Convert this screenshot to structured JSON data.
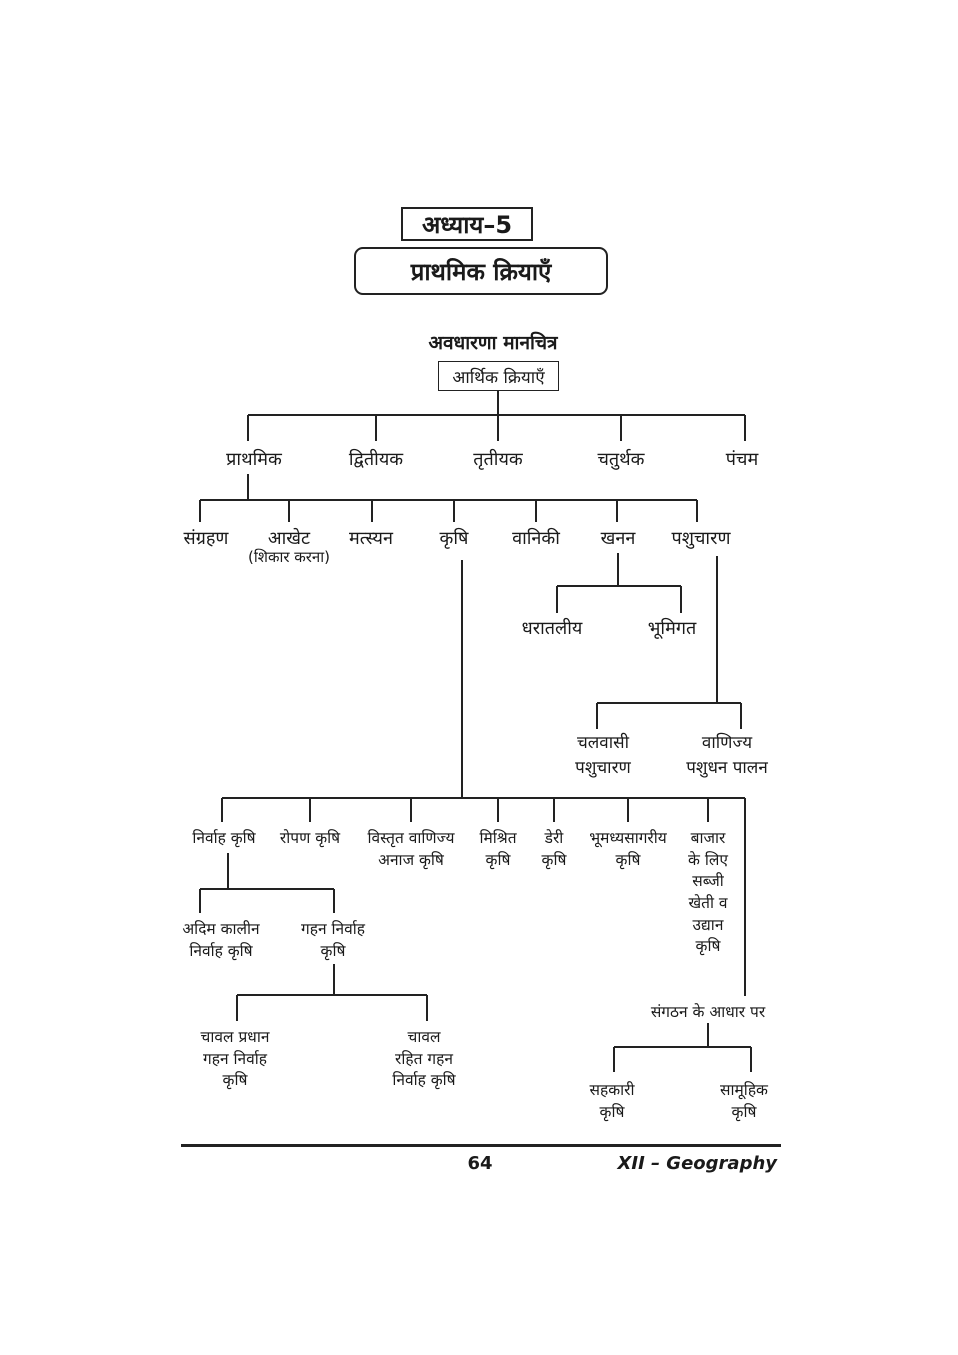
{
  "chapter": "अध्याय–5",
  "title": "प्राथमिक क्रियाएँ",
  "concept_map_heading": "अवधारणा मानचित्र",
  "root": "आर्थिक क्रियाएँ",
  "sectors": [
    "प्राथमिक",
    "द्वितीयक",
    "तृतीयक",
    "चतुर्थक",
    "पंचम"
  ],
  "primary": {
    "collection": "संग्रहण",
    "hunting": "आखेट",
    "hunting_note": "(शिकार करना)",
    "fishing": "मत्स्यन",
    "agriculture": "कृषि",
    "forestry": "वानिकी",
    "mining": "खनन",
    "herding": "पशुचारण"
  },
  "mining": {
    "surface": "धरातलीय",
    "underground": "भूमिगत"
  },
  "herding": {
    "nomadic_l1": "चलवासी",
    "nomadic_l2": "पशुचारण",
    "commercial_l1": "वाणिज्य",
    "commercial_l2": "पशुधन पालन"
  },
  "agri": {
    "subsistence": "निर्वाह कृषि",
    "plantation": "रोपण कृषि",
    "extensive_l1": "विस्तृत वाणिज्य",
    "extensive_l2": "अनाज कृषि",
    "mixed_l1": "मिश्रित",
    "mixed_l2": "कृषि",
    "dairy_l1": "डेरी",
    "dairy_l2": "कृषि",
    "med_l1": "भूमध्यसागरीय",
    "med_l2": "कृषि",
    "market_lines": [
      "बाजार",
      "के लिए",
      "सब्जी",
      "खेती व",
      "उद्यान",
      "कृषि"
    ]
  },
  "subsistence": {
    "primitive_l1": "अदिम कालीन",
    "primitive_l2": "निर्वाह कृषि",
    "intensive_l1": "गहन निर्वाह",
    "intensive_l2": "कृषि"
  },
  "intensive": {
    "rice_l1": "चावल प्रधान",
    "rice_l2": "गहन निर्वाह",
    "rice_l3": "कृषि",
    "norice_l1": "चावल",
    "norice_l2": "रहित गहन",
    "norice_l3": "निर्वाह कृषि"
  },
  "organisation": {
    "label": "संगठन के आधार पर",
    "coop_l1": "सहकारी",
    "coop_l2": "कृषि",
    "collective_l1": "सामूहिक",
    "collective_l2": "कृषि"
  },
  "footer": {
    "page": "64",
    "subject": "XII – Geography"
  }
}
